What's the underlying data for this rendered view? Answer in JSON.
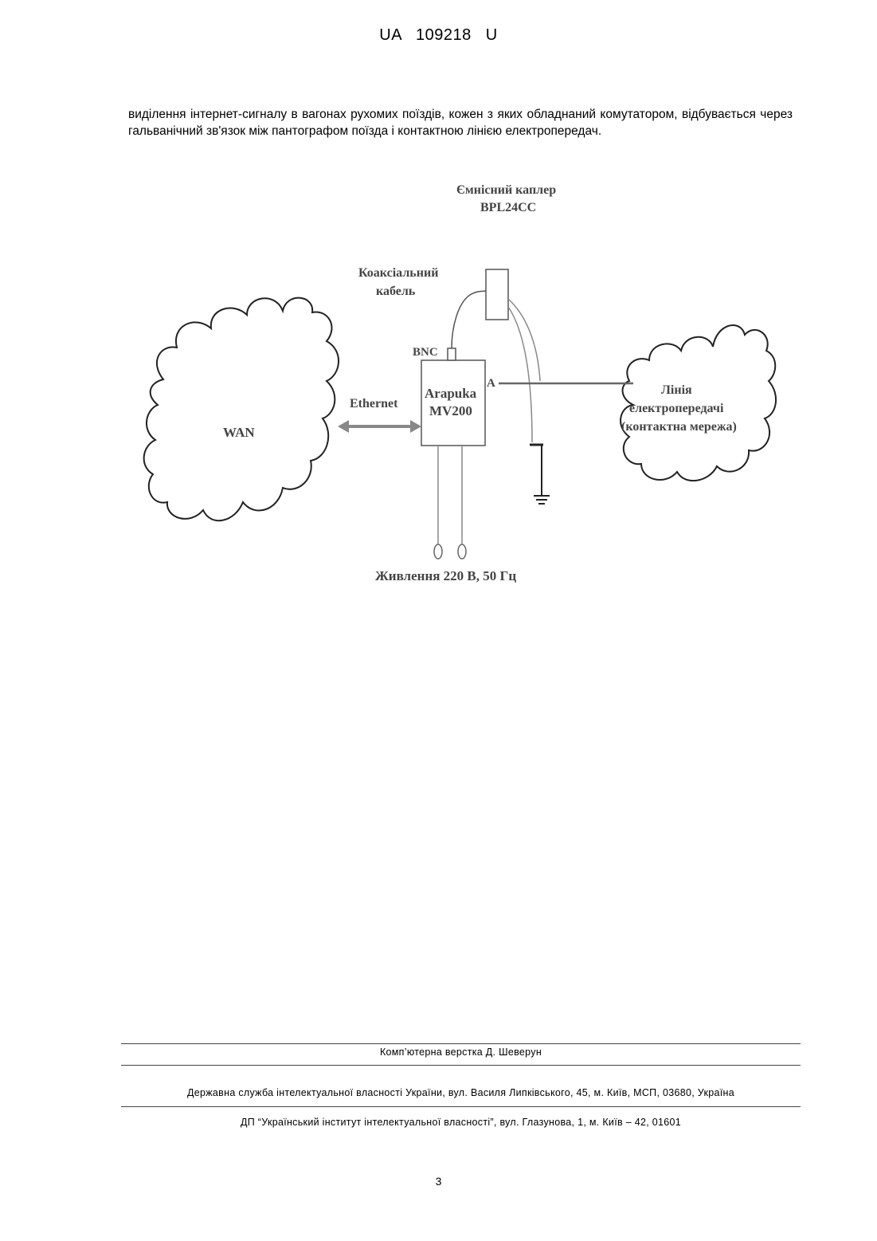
{
  "header": {
    "doc_number": "UA   109218   U"
  },
  "body": {
    "paragraph": "виділення інтернет-сигналу в вагонах рухомих поїздів, кожен з яких обладнаний комутатором, відбувається через гальванічний зв'язок між пантографом поїзда і контактною лінією електропередач."
  },
  "diagram": {
    "coupler_label_line1": "Ємнісний каплер",
    "coupler_label_line2": "BPL24CC",
    "coax_label_line1": "Коаксіальний",
    "coax_label_line2": "кабель",
    "bnc_label": "BNC",
    "device_line1": "Arapuka",
    "device_line2": "MV200",
    "port_a_label": "A",
    "ethernet_label": "Ethernet",
    "wan_label": "WAN",
    "power_line_line1": "Лінія",
    "power_line_line2": "електропередачі",
    "power_line_line3": "(контактна мережа)",
    "power_supply_label": "Живлення 220 В, 50 Гц"
  },
  "footer": {
    "layout_credit": "Комп’ютерна верстка Д. Шеверун",
    "agency": "Державна служба інтелектуальної власності України, вул. Василя Липківського, 45, м. Київ, МСП, 03680, Україна",
    "institute": "ДП “Український інститут інтелектуальної власності”, вул. Глазунова, 1, м. Київ – 42, 01601"
  },
  "page_number": "3"
}
